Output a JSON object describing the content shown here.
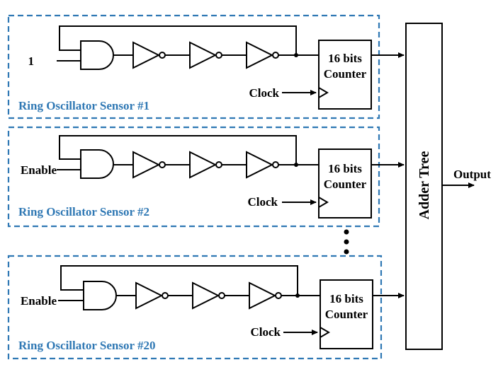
{
  "sensors": [
    {
      "title": "Ring Oscillator Sensor #1",
      "input_label": "1",
      "clock_label": "Clock",
      "counter_line1": "16 bits",
      "counter_line2": "Counter"
    },
    {
      "title": "Ring Oscillator Sensor #2",
      "input_label": "Enable",
      "clock_label": "Clock",
      "counter_line1": "16 bits",
      "counter_line2": "Counter"
    },
    {
      "title": "Ring Oscillator Sensor #20",
      "input_label": "Enable",
      "clock_label": "Clock",
      "counter_line1": "16 bits",
      "counter_line2": "Counter"
    }
  ],
  "adder": {
    "label": "Adder Tree",
    "output_label": "Output"
  },
  "colors": {
    "sensor_border": "#2f78b4",
    "sensor_title": "#2f78b4",
    "lines": "#000000"
  }
}
